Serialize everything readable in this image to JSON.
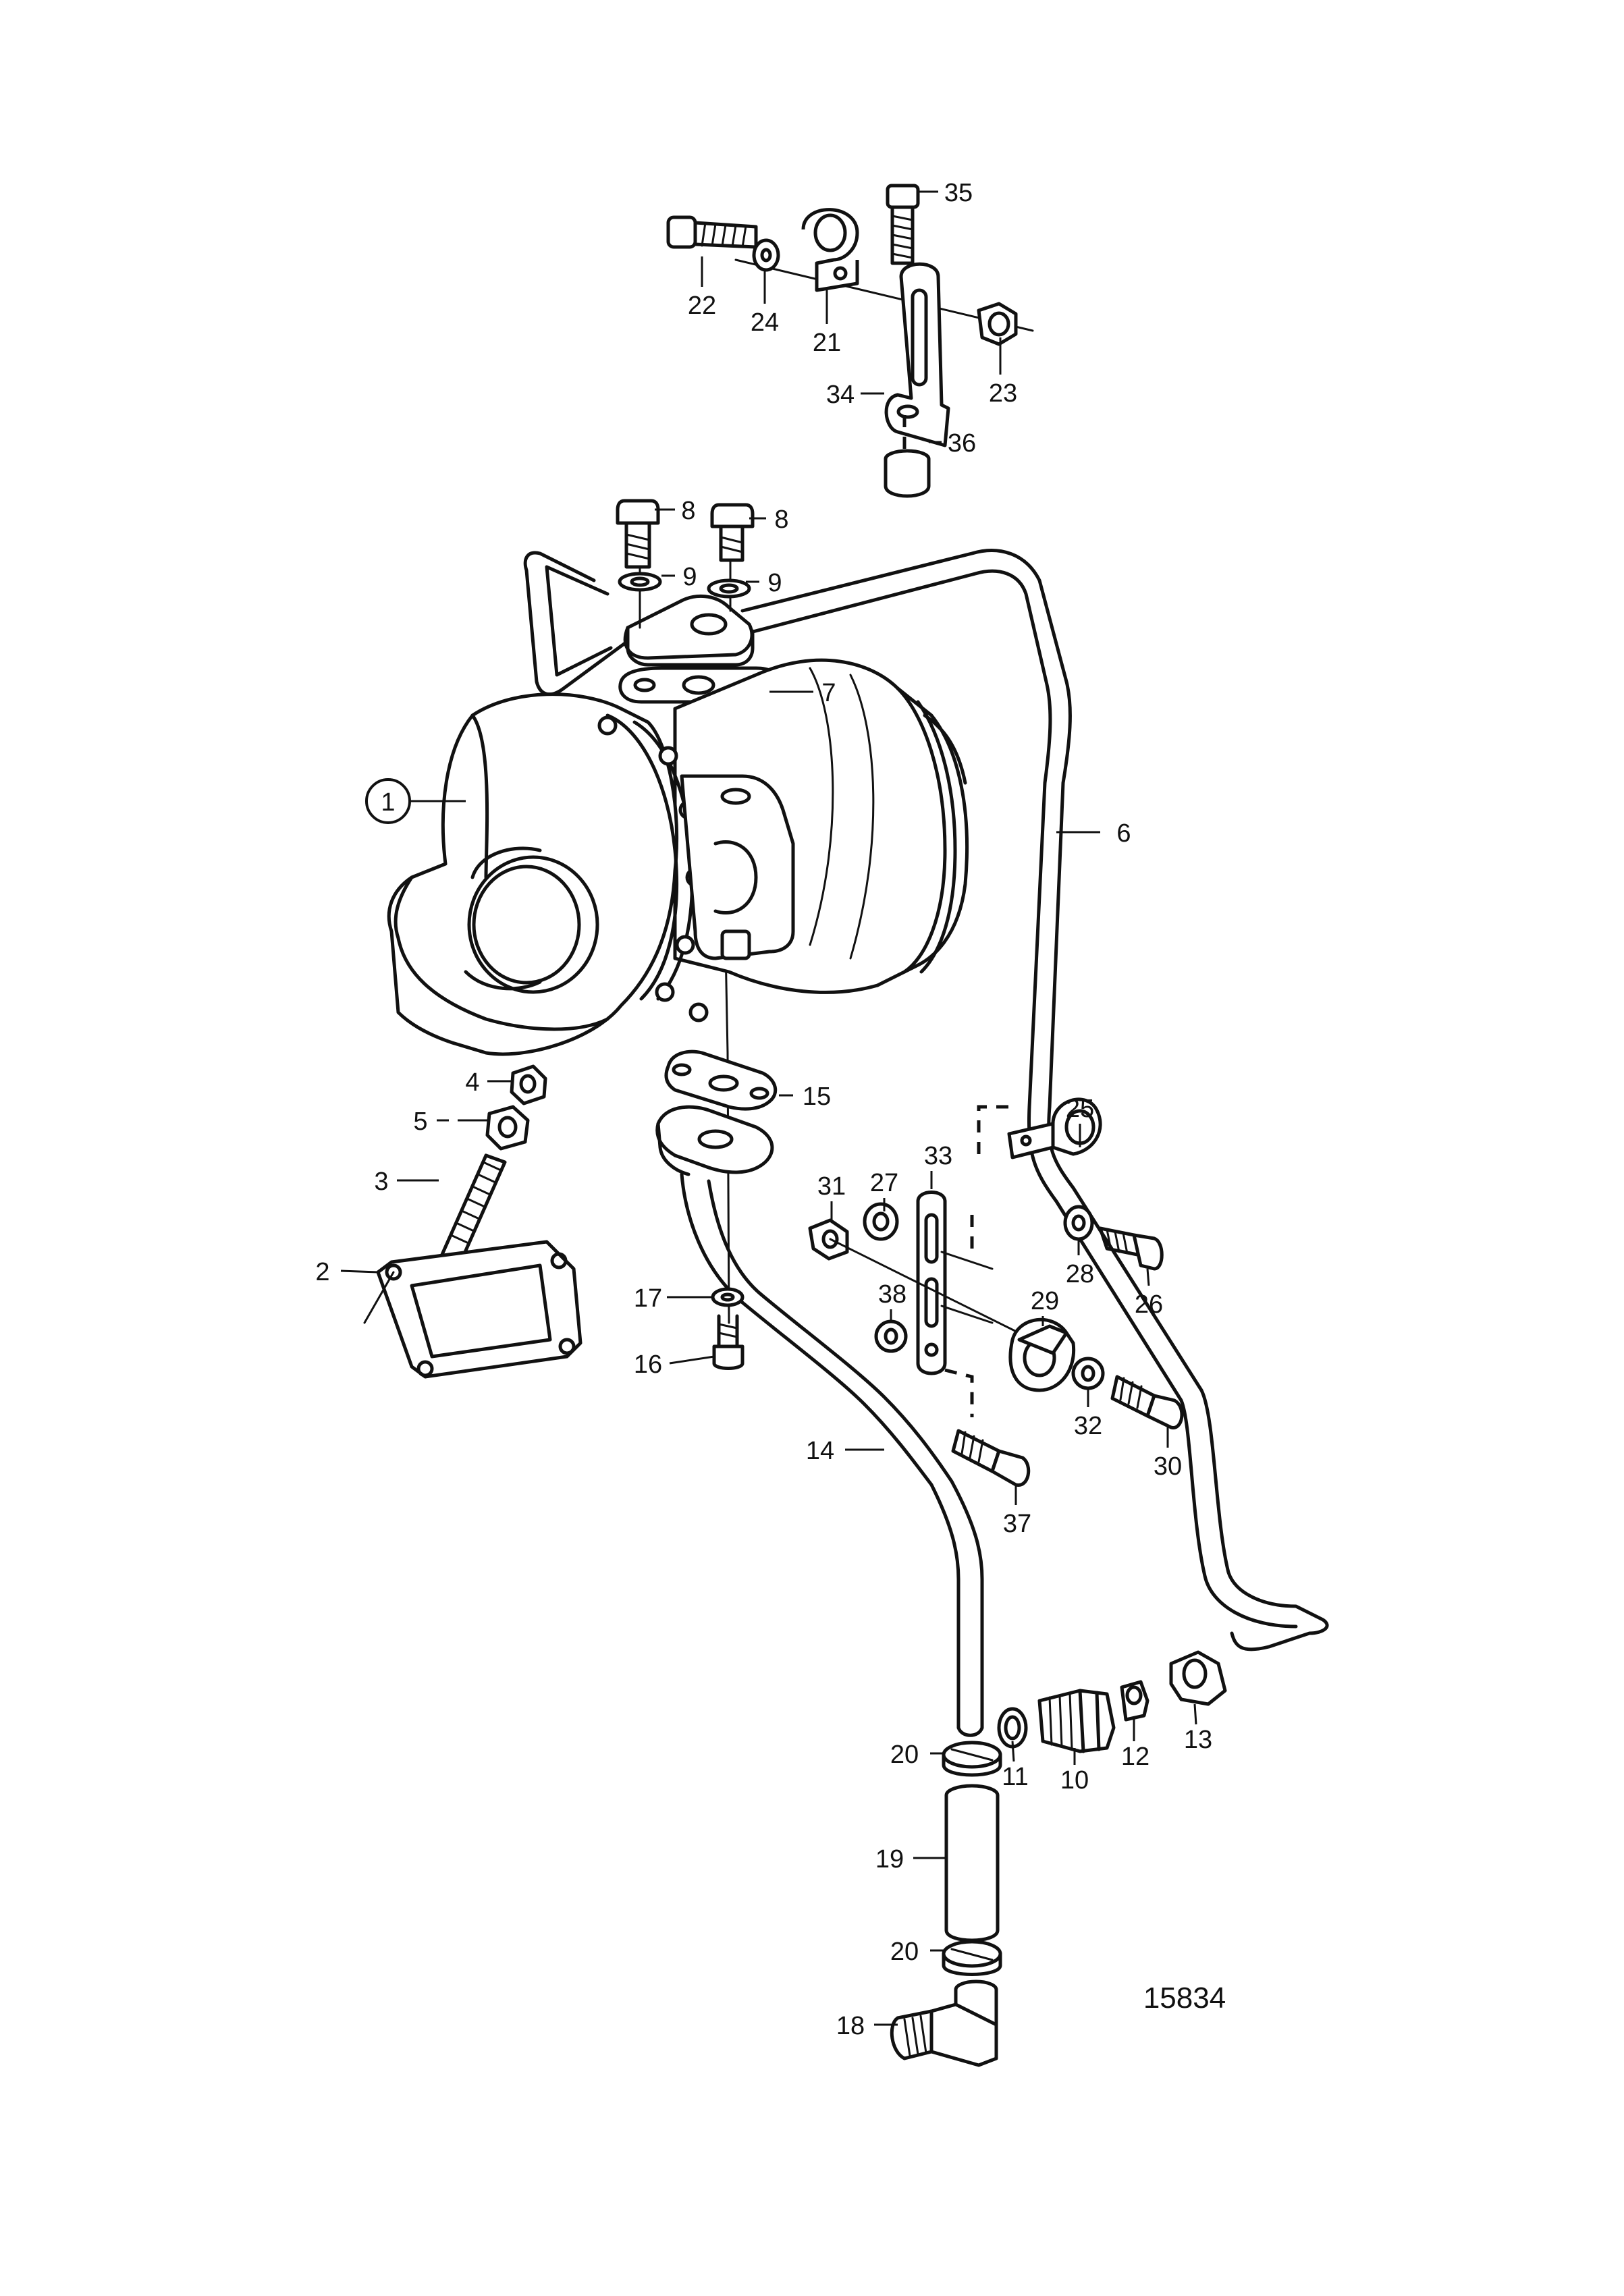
{
  "drawing_number": "15834",
  "callouts": [
    {
      "id": "1",
      "label": "1"
    },
    {
      "id": "2",
      "label": "2"
    },
    {
      "id": "3",
      "label": "3"
    },
    {
      "id": "4",
      "label": "4"
    },
    {
      "id": "5",
      "label": "5"
    },
    {
      "id": "6",
      "label": "6"
    },
    {
      "id": "7",
      "label": "7"
    },
    {
      "id": "8a",
      "label": "8"
    },
    {
      "id": "8b",
      "label": "8"
    },
    {
      "id": "9a",
      "label": "9"
    },
    {
      "id": "9b",
      "label": "9"
    },
    {
      "id": "10",
      "label": "10"
    },
    {
      "id": "11",
      "label": "11"
    },
    {
      "id": "12",
      "label": "12"
    },
    {
      "id": "13",
      "label": "13"
    },
    {
      "id": "14",
      "label": "14"
    },
    {
      "id": "15",
      "label": "15"
    },
    {
      "id": "16",
      "label": "16"
    },
    {
      "id": "17",
      "label": "17"
    },
    {
      "id": "18",
      "label": "18"
    },
    {
      "id": "19",
      "label": "19"
    },
    {
      "id": "20a",
      "label": "20"
    },
    {
      "id": "20b",
      "label": "20"
    },
    {
      "id": "21",
      "label": "21"
    },
    {
      "id": "22",
      "label": "22"
    },
    {
      "id": "23",
      "label": "23"
    },
    {
      "id": "24",
      "label": "24"
    },
    {
      "id": "25",
      "label": "25"
    },
    {
      "id": "26",
      "label": "26"
    },
    {
      "id": "27",
      "label": "27"
    },
    {
      "id": "28",
      "label": "28"
    },
    {
      "id": "29",
      "label": "29"
    },
    {
      "id": "30",
      "label": "30"
    },
    {
      "id": "31",
      "label": "31"
    },
    {
      "id": "32",
      "label": "32"
    },
    {
      "id": "33",
      "label": "33"
    },
    {
      "id": "34",
      "label": "34"
    },
    {
      "id": "35",
      "label": "35"
    },
    {
      "id": "36",
      "label": "36"
    },
    {
      "id": "37",
      "label": "37"
    },
    {
      "id": "38",
      "label": "38"
    }
  ]
}
